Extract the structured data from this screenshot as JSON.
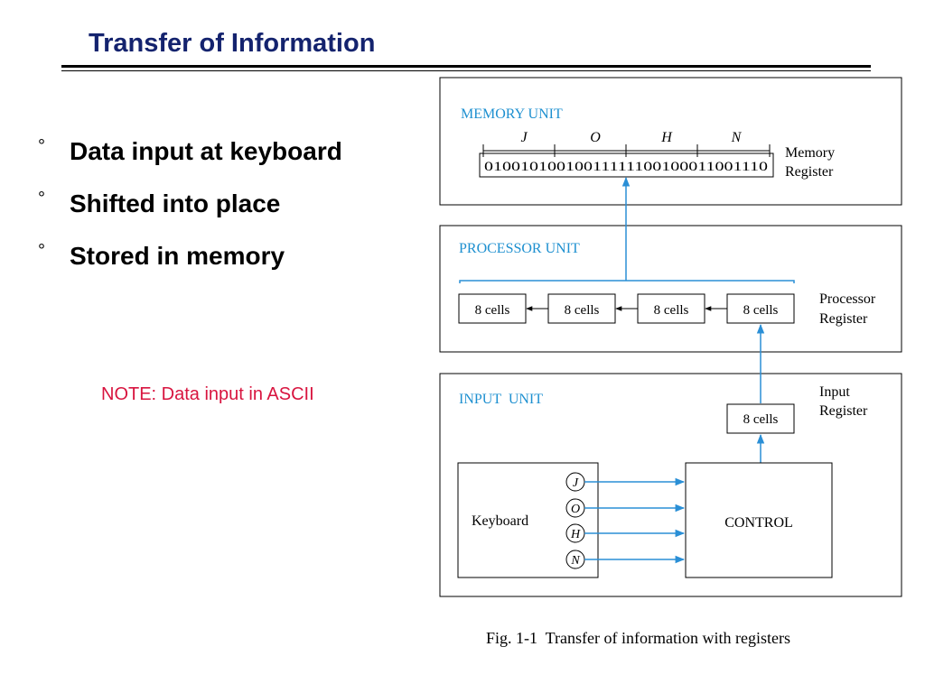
{
  "slide": {
    "title": "Transfer of Information",
    "bullets": [
      {
        "symbol": "°",
        "text": "Data input at keyboard"
      },
      {
        "symbol": "°",
        "text": "Shifted into place"
      },
      {
        "symbol": "°",
        "text": "Stored in memory"
      }
    ],
    "note": "NOTE: Data input in ASCII"
  },
  "diagram": {
    "memory_unit": {
      "label": "MEMORY UNIT",
      "letters": [
        "J",
        "O",
        "H",
        "N"
      ],
      "bits": "01001010010011111100100011001110",
      "register_label_1": "Memory",
      "register_label_2": "Register"
    },
    "processor_unit": {
      "label": "PROCESSOR UNIT",
      "cells": [
        "8 cells",
        "8 cells",
        "8 cells",
        "8 cells"
      ],
      "register_label_1": "Processor",
      "register_label_2": "Register"
    },
    "input_unit": {
      "label": "INPUT  UNIT",
      "cell": "8 cells",
      "register_label_1": "Input",
      "register_label_2": "Register",
      "keyboard_label": "Keyboard",
      "keys": [
        "J",
        "O",
        "H",
        "N"
      ],
      "control_label": "CONTROL"
    },
    "caption": "Fig. 1-1  Transfer of information with registers",
    "colors": {
      "label_blue": "#1e90d0",
      "arrow_blue": "#2a8fd6",
      "note_red": "#d8143f",
      "title_navy": "#14236e"
    }
  }
}
